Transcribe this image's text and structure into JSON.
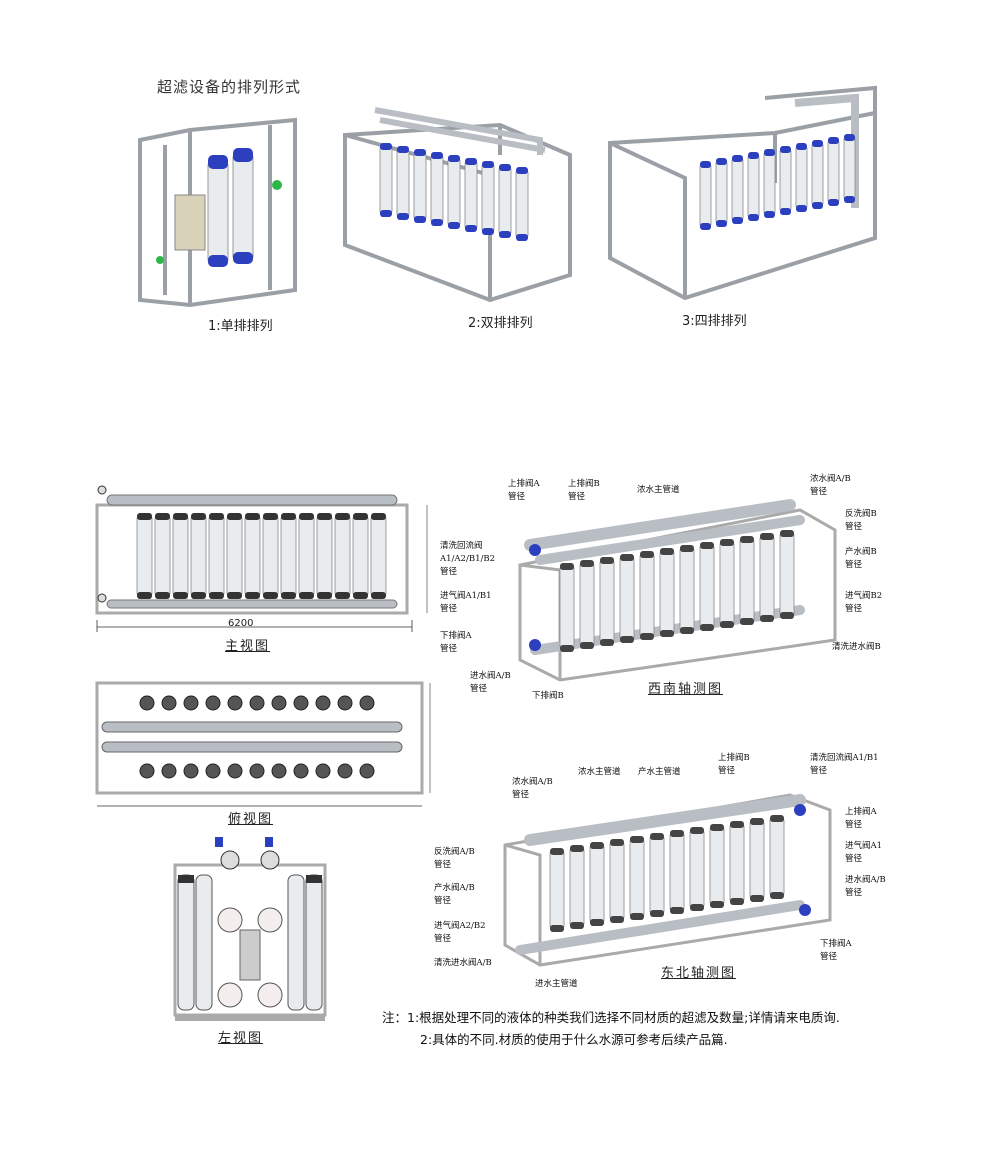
{
  "title": "超滤设备的排列形式",
  "arrangements": [
    {
      "caption": "1:单排排列"
    },
    {
      "caption": "2:双排排列"
    },
    {
      "caption": "3:四排排列"
    }
  ],
  "views": {
    "front": {
      "caption": "主视图",
      "dimension": "6200"
    },
    "top": {
      "caption": "俯视图"
    },
    "left": {
      "caption": "左视图"
    },
    "sw_iso": {
      "caption": "西南轴测图"
    },
    "ne_iso": {
      "caption": "东北轴测图"
    }
  },
  "sw_labels": [
    {
      "text": "上排阀A\n管径"
    },
    {
      "text": "上排阀B\n管径"
    },
    {
      "text": "浓水主管道"
    },
    {
      "text": "浓水阀A/B\n管径"
    },
    {
      "text": "反洗阀B\n管径"
    },
    {
      "text": "产水阀B\n管径"
    },
    {
      "text": "进气阀B2\n管径"
    },
    {
      "text": "清洗进水阀B"
    },
    {
      "text": "清洗回流阀\nA1/A2/B1/B2\n管径"
    },
    {
      "text": "进气阀A1/B1\n管径"
    },
    {
      "text": "下排阀A\n管径"
    },
    {
      "text": "进水阀A/B\n管径"
    },
    {
      "text": "下排阀B"
    }
  ],
  "ne_labels": [
    {
      "text": "浓水阀A/B\n管径"
    },
    {
      "text": "浓水主管道"
    },
    {
      "text": "产水主管道"
    },
    {
      "text": "上排阀B\n管径"
    },
    {
      "text": "清洗回流阀A1/B1\n管径"
    },
    {
      "text": "上排阀A\n管径"
    },
    {
      "text": "进气阀A1\n管径"
    },
    {
      "text": "进水阀A/B\n管径"
    },
    {
      "text": "下排阀A\n管径"
    },
    {
      "text": "反洗阀A/B\n管径"
    },
    {
      "text": "产水阀A/B\n管径"
    },
    {
      "text": "进气阀A2/B2\n管径"
    },
    {
      "text": "清洗进水阀A/B"
    },
    {
      "text": "进水主管道"
    }
  ],
  "notes": {
    "prefix": "注：",
    "line1": "1:根据处理不同的液体的种类我们选择不同材质的超滤及数量;详情请来电质询.",
    "line2": "2:具体的不同.材质的使用于什么水源可参考后续产品篇."
  },
  "colors": {
    "frame": "#9aa0a6",
    "membrane_blue": "#2b3fbf",
    "membrane_white": "#e8ecef",
    "pipe": "#b9bec4",
    "valve_green": "#2fb64a"
  }
}
